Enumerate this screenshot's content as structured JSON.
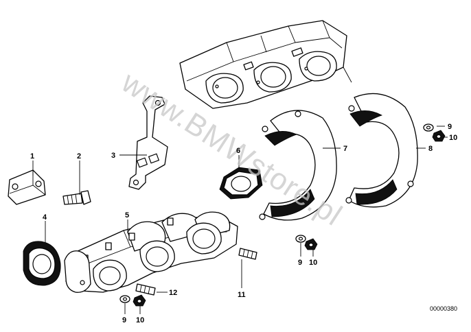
{
  "watermark": "www.BMWstore.pl",
  "drawing_number": "00000380",
  "callouts": {
    "c1": "1",
    "c2": "2",
    "c3": "3",
    "c4": "4",
    "c5": "5",
    "c6": "6",
    "c7": "7",
    "c8": "8",
    "c9a": "9",
    "c10a": "10",
    "c9b": "9",
    "c10b": "10",
    "c9c": "9",
    "c10c": "10",
    "c11": "11",
    "c12": "12"
  }
}
